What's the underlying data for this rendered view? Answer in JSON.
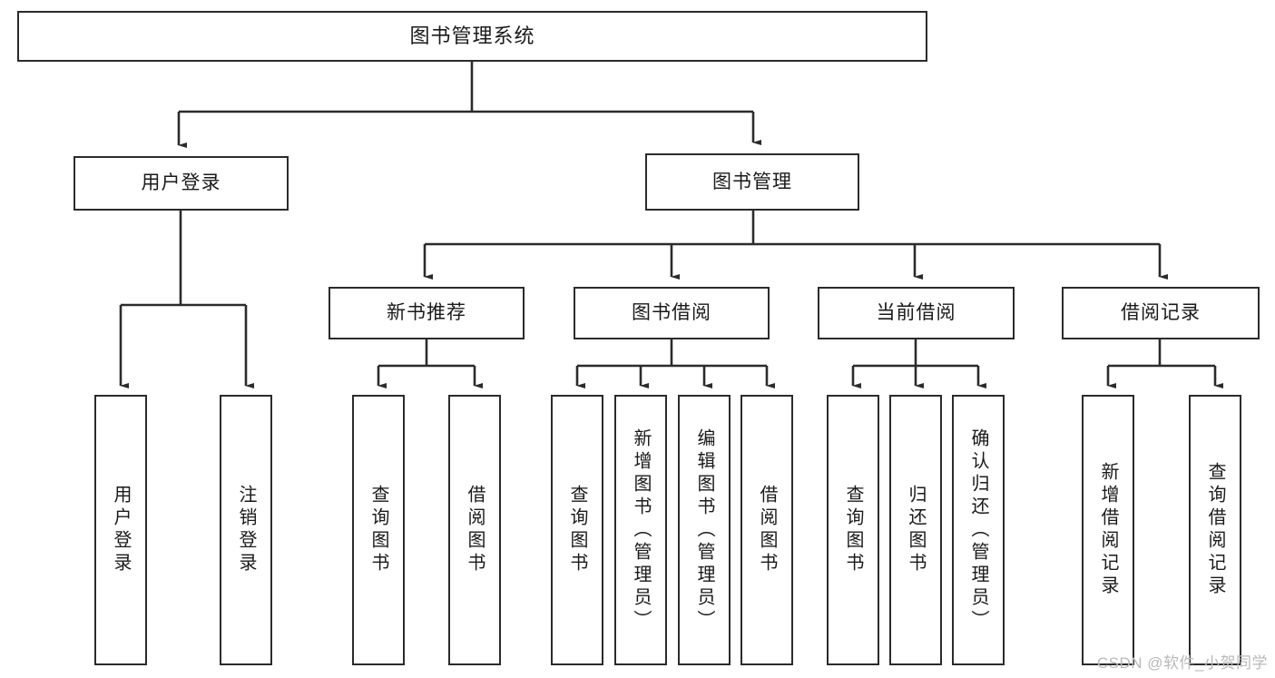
{
  "diagram": {
    "title": "图书管理系统",
    "type": "hierarchy-tree",
    "colors": {
      "stroke": "#2b2b2b",
      "fill": "#ffffff",
      "text": "#1a1a1a",
      "watermark": "#b9b9b9"
    },
    "root": {
      "label": "图书管理系统"
    },
    "level2": [
      {
        "label": "用户登录"
      },
      {
        "label": "图书管理"
      }
    ],
    "level3": [
      {
        "label": "新书推荐"
      },
      {
        "label": "图书借阅"
      },
      {
        "label": "当前借阅"
      },
      {
        "label": "借阅记录"
      }
    ],
    "leaves": {
      "user_login": [
        {
          "label": "用户登录"
        },
        {
          "label": "注销登录"
        }
      ],
      "new_book_recommend": [
        {
          "label": "查询图书"
        },
        {
          "label": "借阅图书"
        }
      ],
      "book_borrow": [
        {
          "label": "查询图书"
        },
        {
          "label": "新增图书（管理员）"
        },
        {
          "label": "编辑图书（管理员）"
        },
        {
          "label": "借阅图书"
        }
      ],
      "current_borrow": [
        {
          "label": "查询图书"
        },
        {
          "label": "归还图书"
        },
        {
          "label": "确认归还（管理员）"
        }
      ],
      "borrow_record": [
        {
          "label": "新增借阅记录"
        },
        {
          "label": "查询借阅记录"
        }
      ]
    },
    "watermark": "CSDN @软件_小贺同学"
  }
}
